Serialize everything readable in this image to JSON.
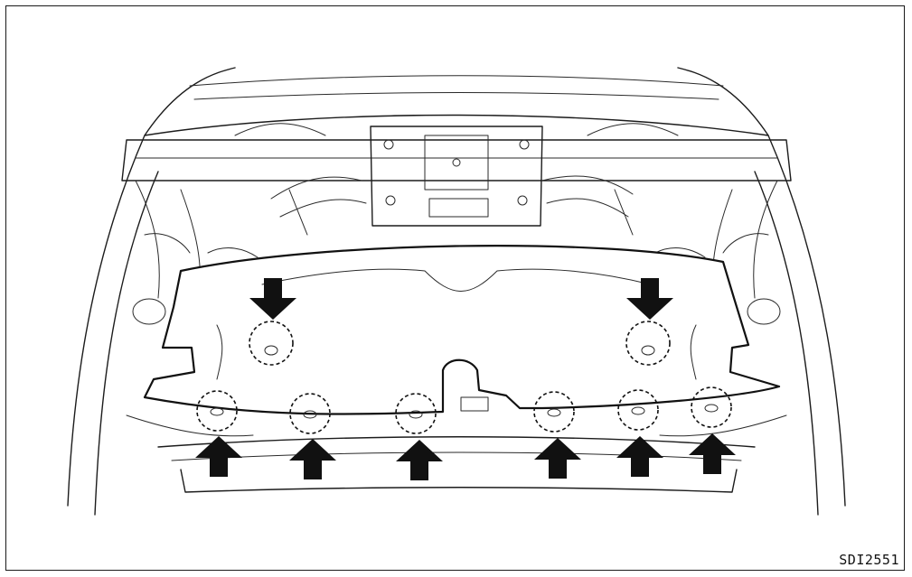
{
  "figure": {
    "code": "SDI2551",
    "colors": {
      "line": "#1c1c1c",
      "arrow": "#111111",
      "background": "#ffffff"
    },
    "callouts": {
      "down_arrows": 2,
      "up_arrows": 6,
      "dashed_circle_highlights": 8
    }
  }
}
